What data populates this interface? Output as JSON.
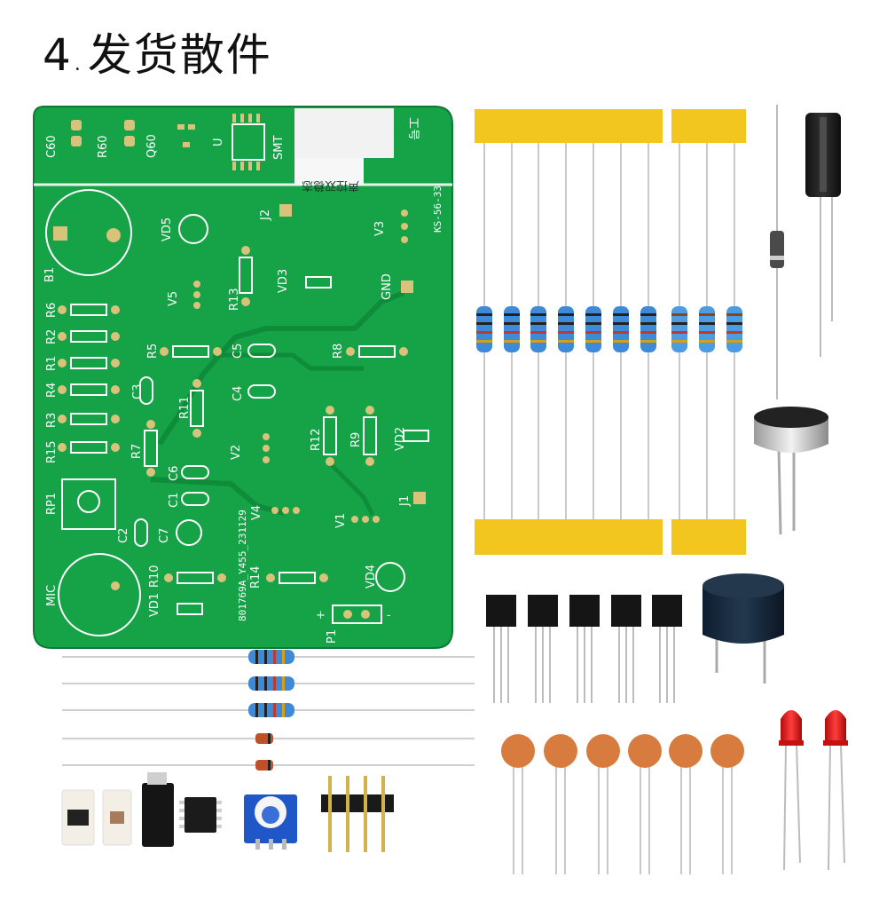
{
  "heading": {
    "number": "4",
    "text": "发货散件"
  },
  "pcb": {
    "board_code": "801769A_Y455_231129",
    "side_code": "KS-56-33",
    "title_cn": "声控双稳态",
    "marker_cn": "工号",
    "smt_label": "SMT",
    "labels": [
      "C60",
      "R60",
      "Q60",
      "U",
      "J2",
      "VD5",
      "V3",
      "B1",
      "VD3",
      "GND",
      "V5",
      "R13",
      "R6",
      "R2",
      "R1",
      "R4",
      "R3",
      "R15",
      "R5",
      "C5",
      "R8",
      "C3",
      "R11",
      "C4",
      "R7",
      "R12",
      "R9",
      "VD2",
      "V2",
      "C6",
      "C1",
      "V4",
      "J1",
      "RP1",
      "C2",
      "C7",
      "V1",
      "MIC",
      "R10",
      "R14",
      "VD4",
      "VD1",
      "P1",
      "+",
      "-"
    ]
  },
  "colors": {
    "pcb_green": "#16a247",
    "pcb_trace": "#0f8c3a",
    "tape_yellow": "#f2c61f",
    "resistor_blue": "#3f8ad6",
    "capacitor_orange": "#d77b3e",
    "led_red": "#e01515"
  }
}
